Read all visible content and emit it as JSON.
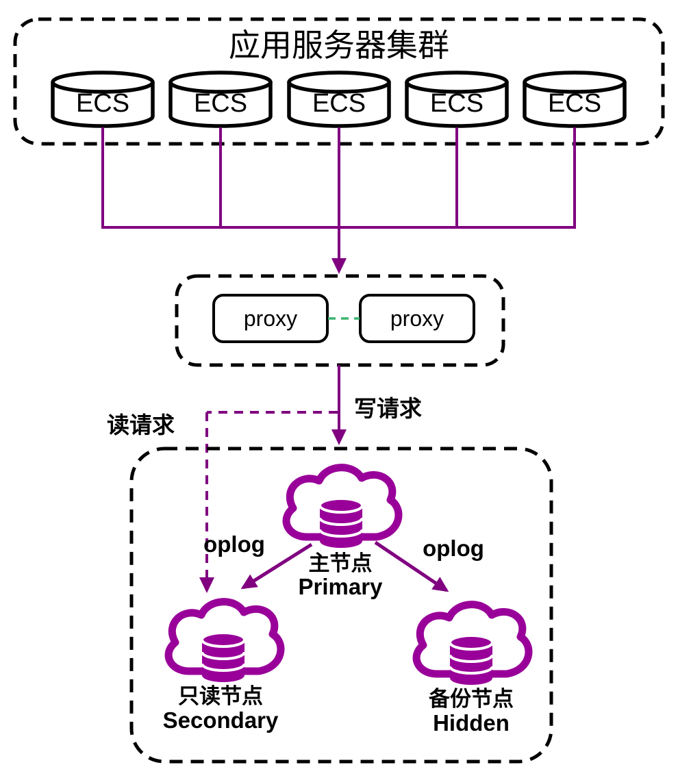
{
  "colors": {
    "purple": "#800080",
    "node": "#990099",
    "green": "#3CB371",
    "text": "#000000"
  },
  "cluster": {
    "title": "应用服务器集群",
    "servers": [
      {
        "label": "ECS"
      },
      {
        "label": "ECS"
      },
      {
        "label": "ECS"
      },
      {
        "label": "ECS"
      },
      {
        "label": "ECS"
      }
    ]
  },
  "proxy_layer": {
    "nodes": [
      {
        "label": "proxy"
      },
      {
        "label": "proxy"
      }
    ]
  },
  "flows": {
    "write_request": "写请求",
    "read_request": "读请求",
    "oplog_left": "oplog",
    "oplog_right": "oplog"
  },
  "replica_set": {
    "primary": {
      "name_cn": "主节点",
      "name_en": "Primary"
    },
    "secondary": {
      "name_cn": "只读节点",
      "name_en": "Secondary"
    },
    "hidden": {
      "name_cn": "备份节点",
      "name_en": "Hidden"
    }
  }
}
